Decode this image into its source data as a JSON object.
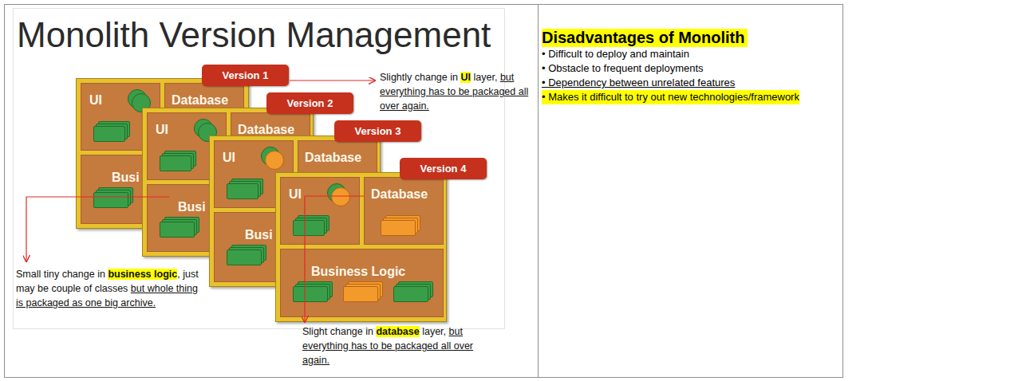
{
  "diagram": {
    "title": "Monolith Version Management",
    "nodes": [
      {
        "text": [
          "Version 1"
        ]
      },
      {
        "text": [
          "UI"
        ],
        "in": 0
      },
      {
        "text": [
          "Database"
        ],
        "in": 0
      },
      {
        "text": [
          "Busi"
        ],
        "in": 0
      },
      {
        "text": [
          "Version 2"
        ]
      },
      {
        "text": [
          "UI"
        ],
        "in": 4
      },
      {
        "text": [
          "Database"
        ],
        "in": 4
      },
      {
        "text": [
          "Busi"
        ],
        "in": 4
      },
      {
        "text": [
          "Version 3"
        ]
      },
      {
        "text": [
          "UI"
        ],
        "in": 8
      },
      {
        "text": [
          "Database"
        ],
        "in": 8
      },
      {
        "text": [
          "Busi"
        ],
        "in": 8
      },
      {
        "text": [
          "Version 4"
        ]
      },
      {
        "text": [
          "UI"
        ],
        "in": 12
      },
      {
        "text": [
          "Database"
        ],
        "in": 12
      },
      {
        "text": [
          "Business Logic"
        ],
        "in": 12
      }
    ],
    "labels": [
      "Slightly change in",
      "UI",
      "layer,",
      "but everything has to be packaged all over again.",
      "Small tiny change in",
      "business logic",
      ", just may be couple of classes",
      "but whole thing is packaged as one big archive.",
      "Slight change in",
      "database",
      "layer,",
      "but everything has to be packaged all over again.",
      "Disadvantages of Monolith",
      "• Difficult to deploy and maintain",
      "• Obstacle to frequent deployments",
      "• Dependency between unrelated features",
      "• Makes it difficult to try out new technologies/framework"
    ]
  }
}
